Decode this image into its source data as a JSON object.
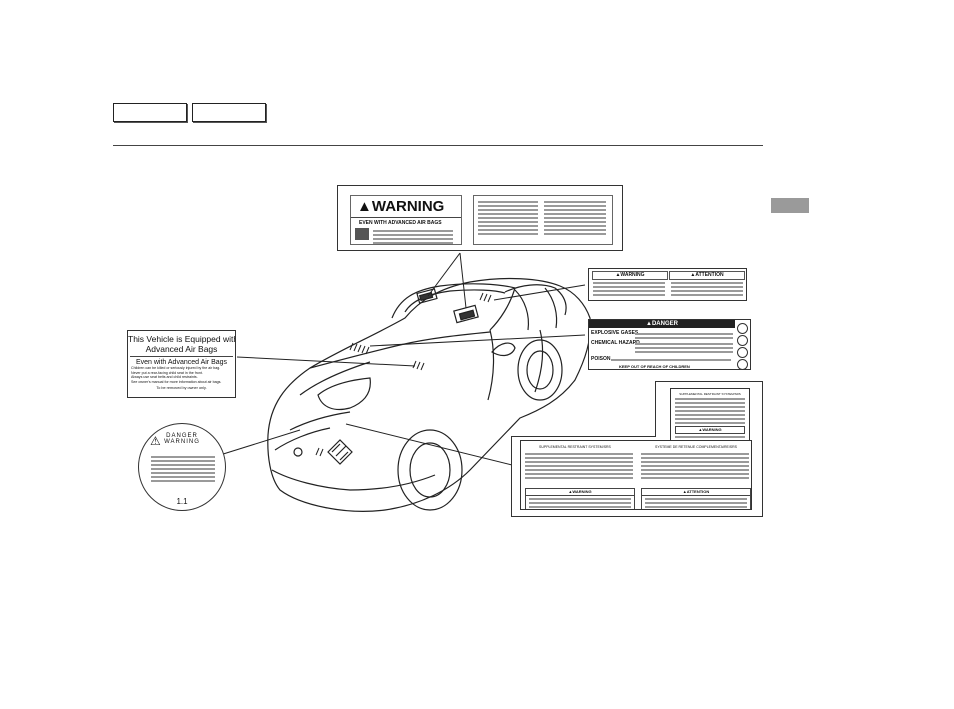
{
  "header": {
    "tabs": [
      "",
      ""
    ]
  },
  "labels": {
    "top_warning": {
      "title": "WARNING",
      "subtitle": "EVEN WITH ADVANCED AIR BAGS"
    },
    "airbag_equipped": {
      "line1": "This Vehicle is Equipped with",
      "line2": "Advanced Air Bags",
      "line3": "Even with Advanced Air Bags",
      "body": [
        "Children can be killed or seriously injured by the air bag.",
        "Never put a rear-facing child seat in the front.",
        "Always use seat belts and child restraints.",
        "See owner's manual for more information about air bags."
      ],
      "footer": "To be removed by owner only."
    },
    "danger_disc": {
      "title": "DANGER",
      "subtitle": "WARNING",
      "bottom": "1.1"
    },
    "battery": {
      "header": "DANGER",
      "explosive": "EXPLOSIVE GASES",
      "chemical": "CHEMICAL HAZARD",
      "poison": "POISON",
      "footer": "KEEP OUT OF REACH OF CHILDREN"
    },
    "warning_attention": {
      "warning": "WARNING",
      "attention": "ATTENTION"
    },
    "srs_small": {
      "title": "SUPPLEMENTAL RESTRAINT SYSTEM/SRS",
      "warning": "WARNING"
    },
    "srs_large": {
      "title_en": "SUPPLEMENTAL RESTRAINT SYSTEM/SRS",
      "title_fr": "SYSTEME DE RETENUE COMPLEMENTAIRE/SRS",
      "warning": "WARNING",
      "attention": "ATTENTION"
    }
  },
  "colors": {
    "tab_gray": "#9a9a9a",
    "line": "#222222"
  }
}
